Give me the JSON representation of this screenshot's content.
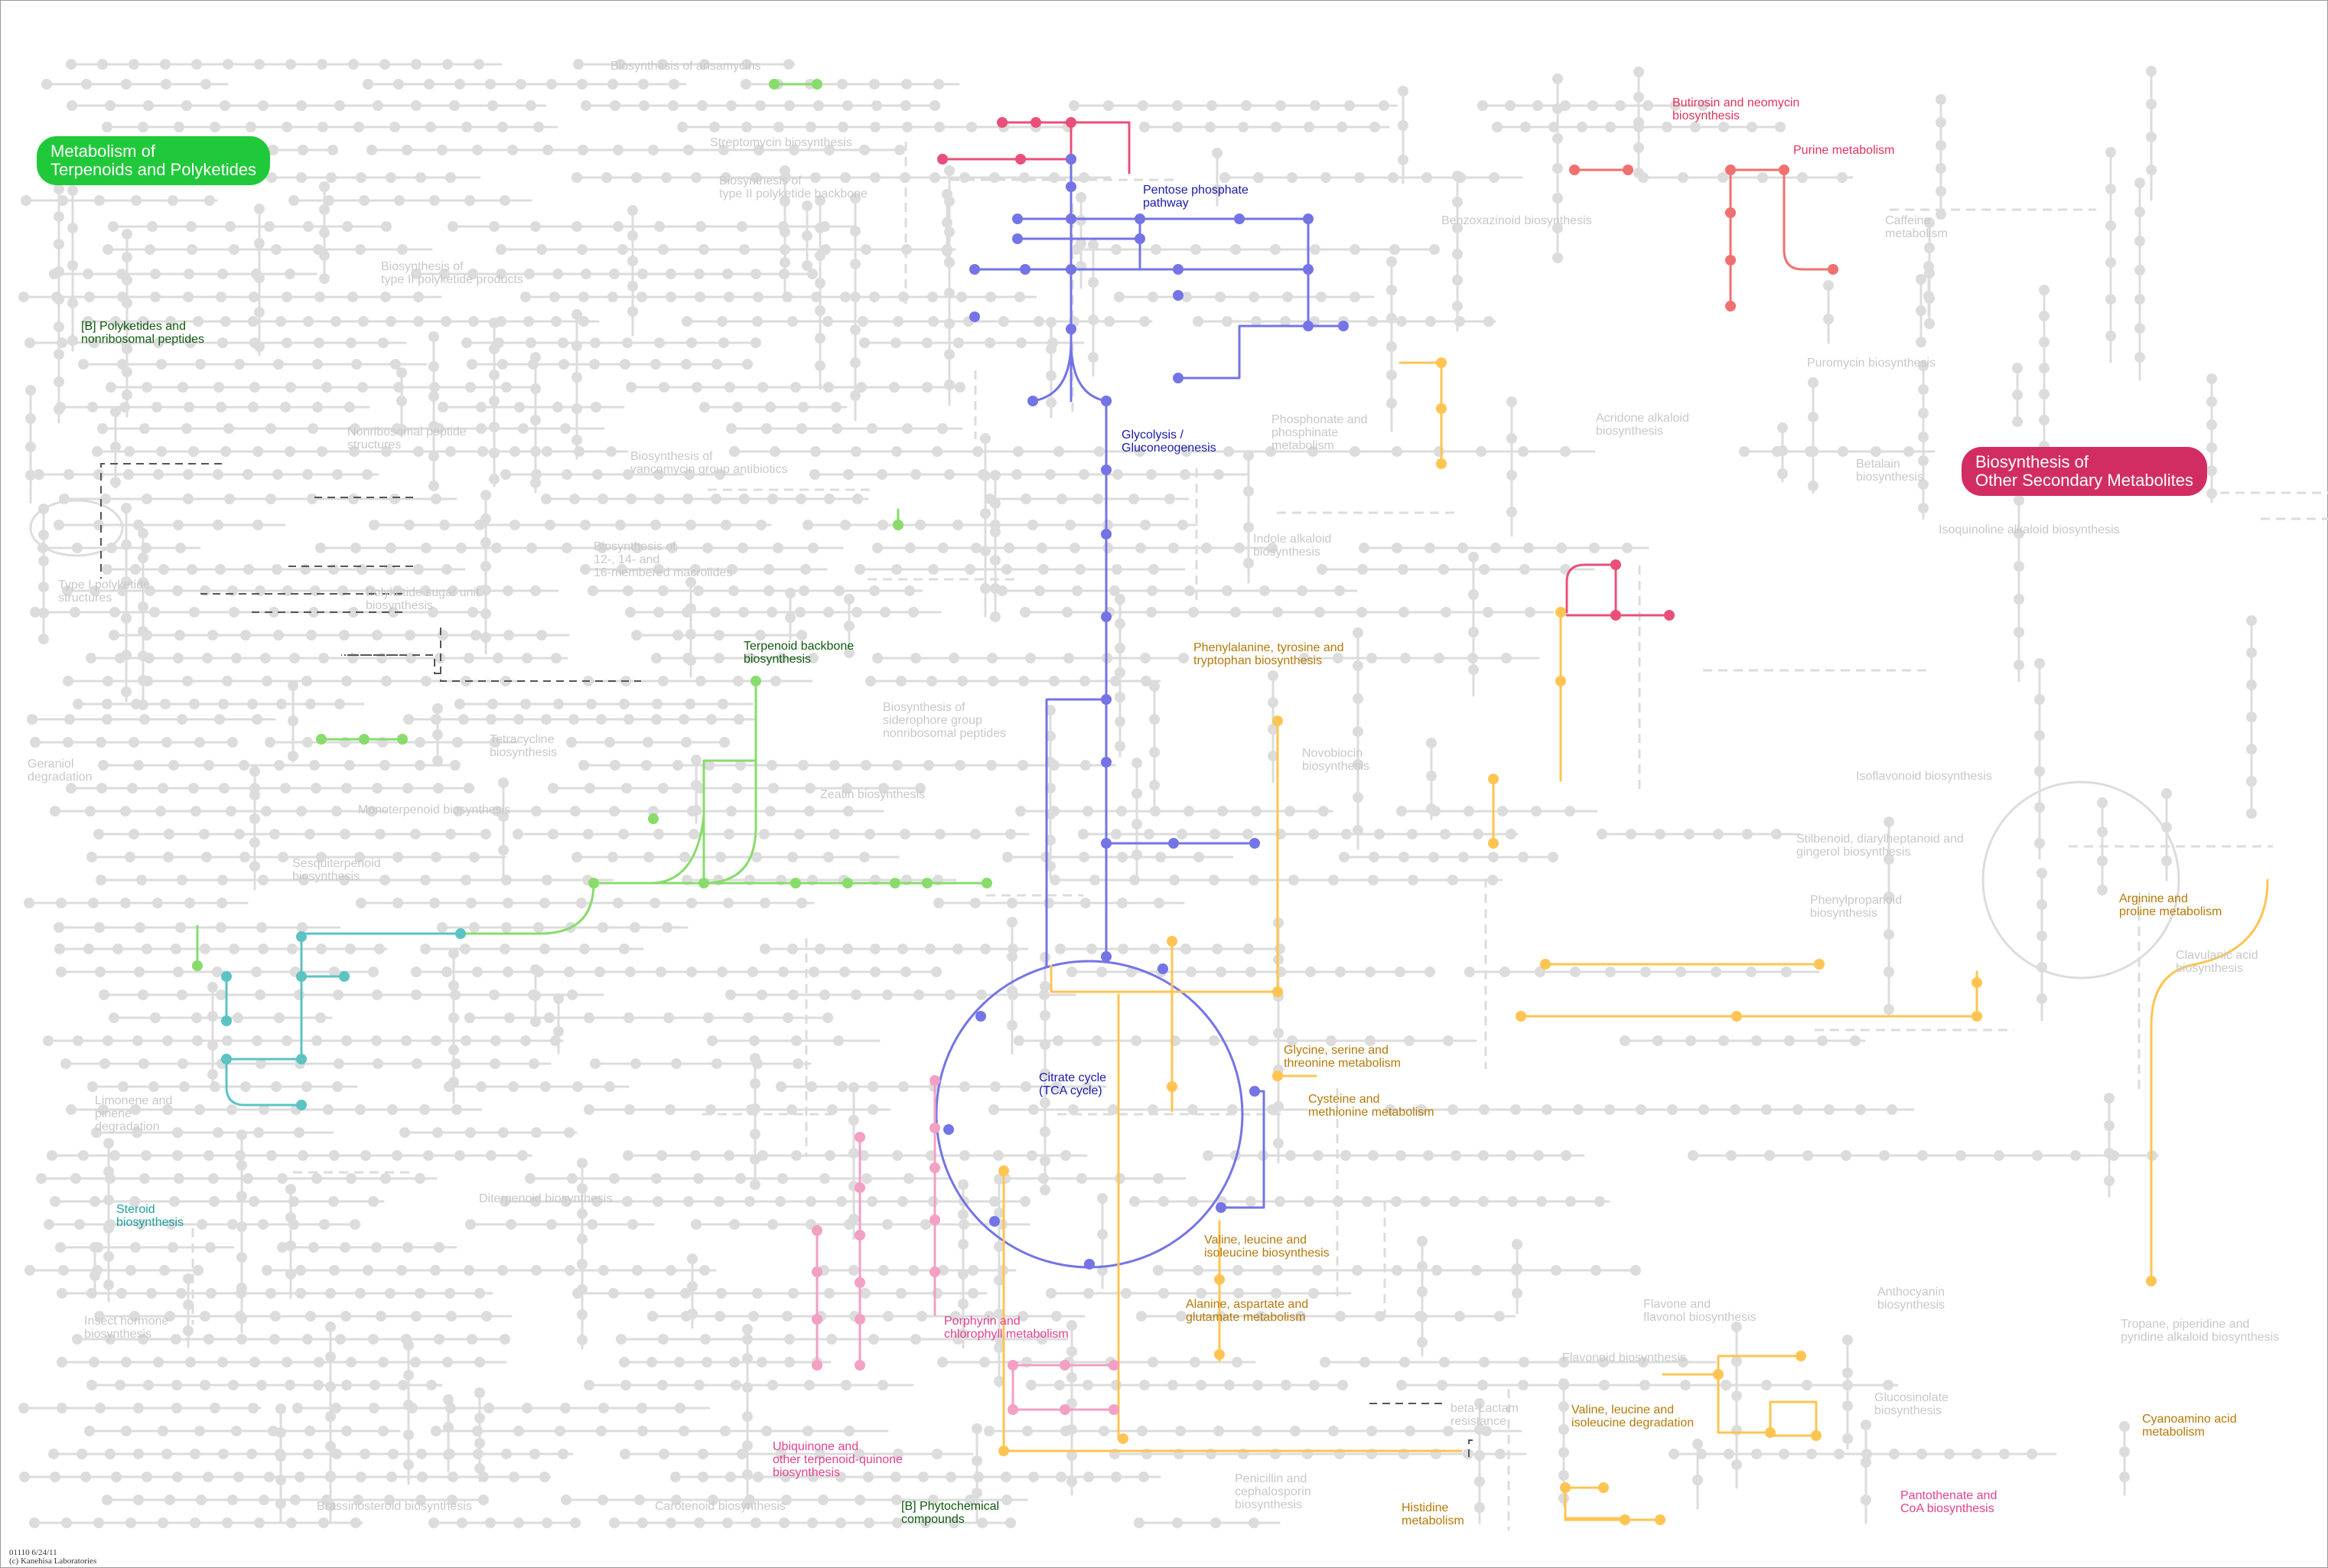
{
  "banners": {
    "terpenoids": "Metabolism of\nTerpenoids and Polyketides",
    "secondary": "Biosynthesis of\nOther Secondary Metabolites"
  },
  "labels": {
    "ansamycins": "Biosynthesis of ansamycins",
    "streptomycin": "Streptomycin biosynthesis",
    "type2_backbone": "Biosynthesis of\ntype II polyketide backbone",
    "type2_products": "Biosynthesis of\ntype II polyketide products",
    "polyketides_nrp": "[B] Polyketides and\nnonribosomal peptides",
    "nrp_structures": "Nonribosomal peptide\nstructures",
    "vancomycin": "Biosynthesis of\nvancomycin group antibiotics",
    "macrolides": "Biosynthesis of\n12-, 14- and\n16-membered macrolides",
    "type1": "Type I polyketide\nstructures",
    "sugar_unit": "Polyketide sugar unit\nbiosynthesis",
    "terpenoid_backbone": "Terpenoid backbone\nbiosynthesis",
    "tetracycline": "Tetracycline\nbiosynthesis",
    "geraniol": "Geraniol\ndegradation",
    "siderophore": "Biosynthesis of\nsiderophore group\nnonribosomal peptides",
    "zeatin": "Zeatin biosynthesis",
    "monoterpenoid": "Monoterpenoid biosynthesis",
    "sesquiterpenoid": "Sesquiterpenoid\nbiosynthesis",
    "limonene": "Limonene and\npinene\ndegradation",
    "steroid": "Steroid\nbiosynthesis",
    "diterpenoid": "Diterpenoid biosynthesis",
    "insect": "Insect hormone\nbiosynthesis",
    "brassinosteroid": "Brassinosteroid biosynthesis",
    "carotenoid": "Carotenoid biosynthesis",
    "ubiquinone": "Ubiquinone and\nother terpenoid-quinone\nbiosynthesis",
    "phytochemical": "[B] Phytochemical\ncompounds",
    "porphyrin": "Porphyrin and\nchlorophyll metabolism",
    "pentose": "Pentose phosphate\npathway",
    "glycolysis": "Glycolysis /\nGluconeogenesis",
    "citrate": "Citrate cycle\n(TCA cycle)",
    "butirosin": "Butirosin and neomycin\nbiosynthesis",
    "purine": "Purine metabolism",
    "benzoxazinoid": "Benzoxazinoid biosynthesis",
    "caffeine": "Caffeine\nmetabolism",
    "puromycin": "Puromycin biosynthesis",
    "phosphonate": "Phosphonate and\nphosphinate\nmetabolism",
    "acridone": "Acridone alkaloid\nbiosynthesis",
    "betalain": "Betalain\nbiosynthesis",
    "isoquinoline": "Isoquinoline alkaloid biosynthesis",
    "indole": "Indole alkaloid\nbiosynthesis",
    "phe_tyr_trp": "Phenylalanine, tyrosine and\ntryptophan biosynthesis",
    "novobiocin": "Novobiocin\nbiosynthesis",
    "isoflavonoid": "Isoflavonoid biosynthesis",
    "stilbenoid": "Stilbenoid, diarylheptanoid and\ngingerol biosynthesis",
    "phenylpropanoid": "Phenylpropanoid\nbiosynthesis",
    "arginine": "Arginine and\nproline metabolism",
    "clavulanic": "Clavulanic acid\nbiosynthesis",
    "glycine": "Glycine, serine and\nthreonine metabolism",
    "cysteine": "Cysteine and\nmethionine metabolism",
    "valine_bio": "Valine, leucine and\nisoleucine biosynthesis",
    "alanine": "Alanine, aspartate and\nglutamate metabolism",
    "flavone": "Flavone and\nflavonol biosynthesis",
    "anthocyanin": "Anthocyanin\nbiosynthesis",
    "flavonoid": "Flavonoid biosynthesis",
    "tropane": "Tropane, piperidine and\npyridine alkaloid biosynthesis",
    "glucosinolate": "Glucosinolate\nbiosynthesis",
    "valine_deg": "Valine, leucine and\nisoleucine degradation",
    "cyanoamino": "Cyanoamino acid\nmetabolism",
    "betalactam": "beta-Lactam\nresistance",
    "penicillin": "Penicillin and\ncephalosporin\nbiosynthesis",
    "histidine": "Histidine\nmetabolism",
    "pantothenate": "Pantothenate and\nCoA biosynthesis"
  },
  "footer": "01110 6/24/11\n(c) Kanehisa Laboratories",
  "colors": {
    "gray": "#dcdcdc",
    "pink": "#e8507a",
    "red": "#f07070",
    "blue": "#7474e6",
    "green": "#88dc6c",
    "orange": "#ffc452",
    "mag": "#f2a0c4",
    "teal": "#5cc3c3"
  }
}
